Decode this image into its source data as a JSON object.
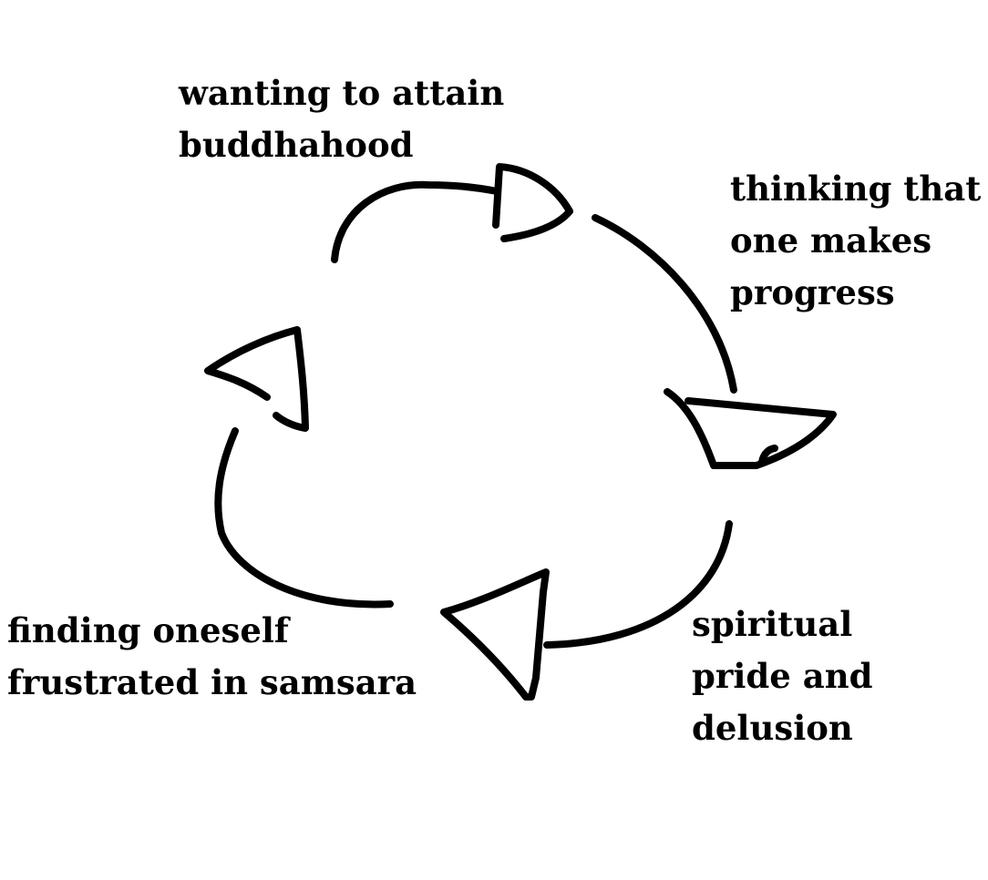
{
  "diagram": {
    "stages": [
      {
        "lines": [
          "wanting to attain",
          "buddhahood"
        ]
      },
      {
        "lines": [
          "thinking that",
          "one makes",
          "progress"
        ]
      },
      {
        "lines": [
          "spiritual",
          "pride and",
          "delusion"
        ]
      },
      {
        "lines": [
          "finding oneself",
          "frustrated in samsara"
        ]
      }
    ],
    "stroke_color": "#000000",
    "background_color": "#ffffff"
  }
}
